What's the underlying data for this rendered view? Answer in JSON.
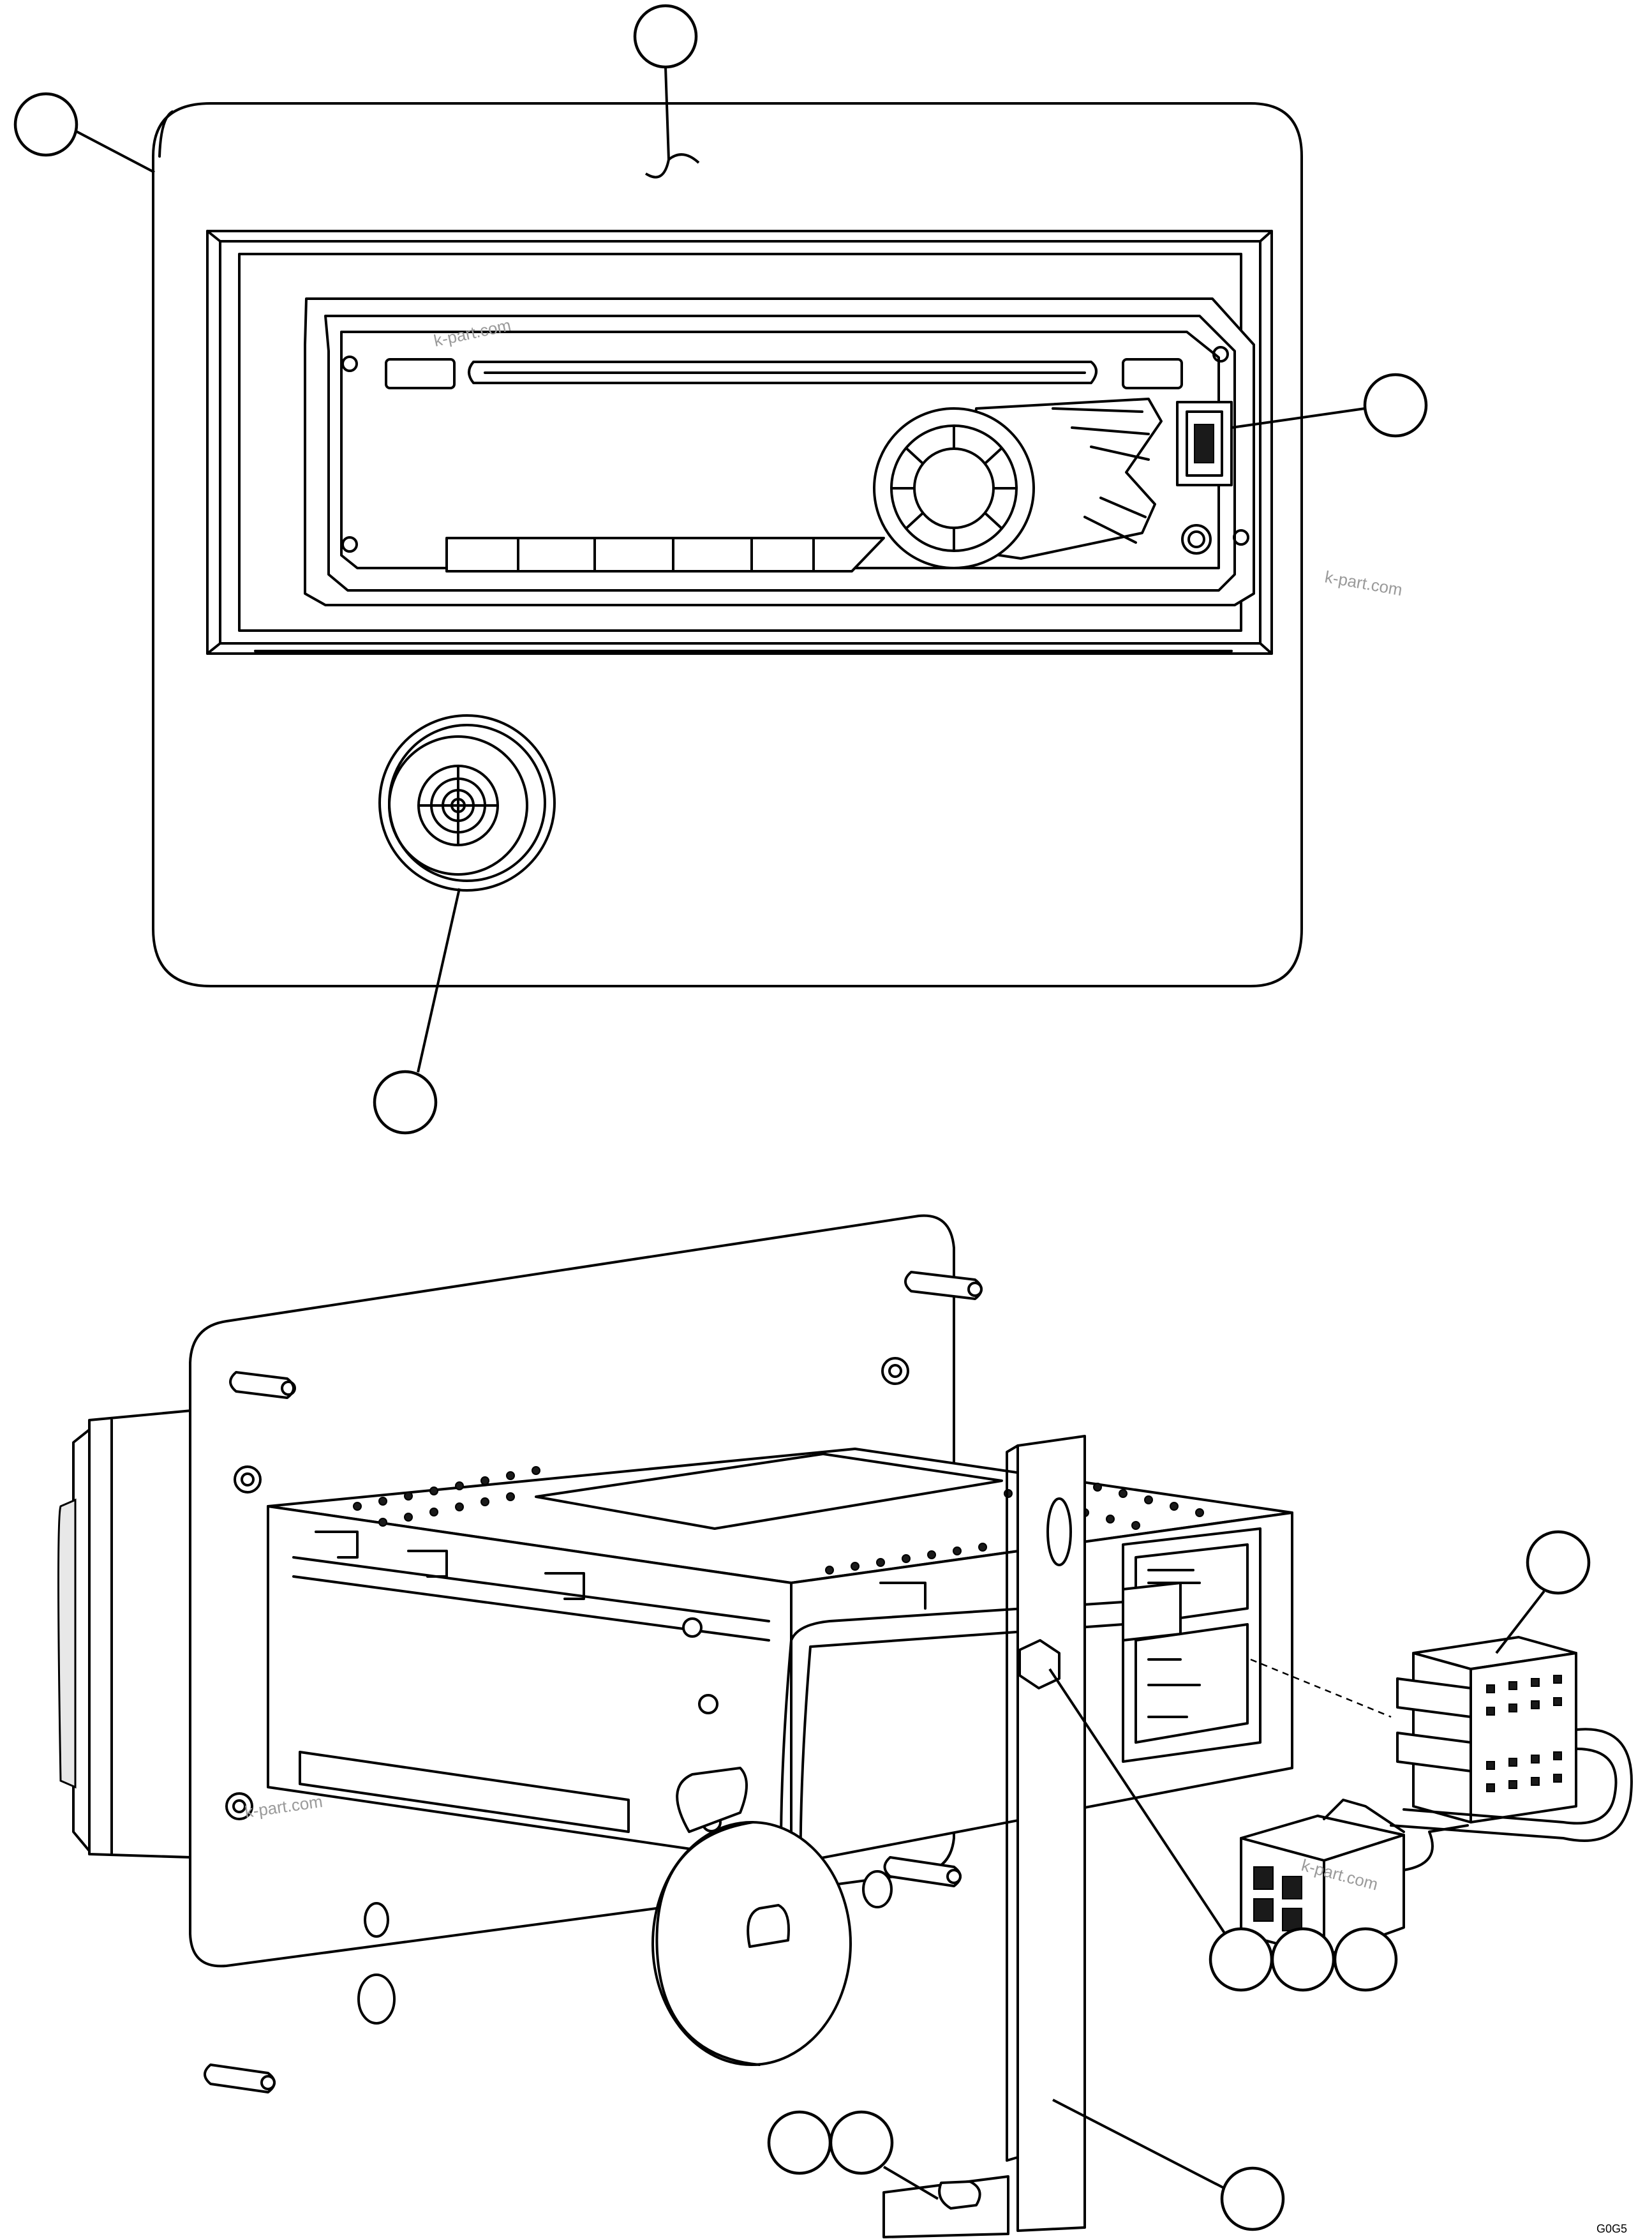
{
  "watermarks": {
    "top_slot": "k-part.com",
    "top_right": "k-part.com",
    "bottom_left": "k-part.com",
    "bottom_connector": "k-part.com"
  },
  "drawing_code": "G0G5"
}
